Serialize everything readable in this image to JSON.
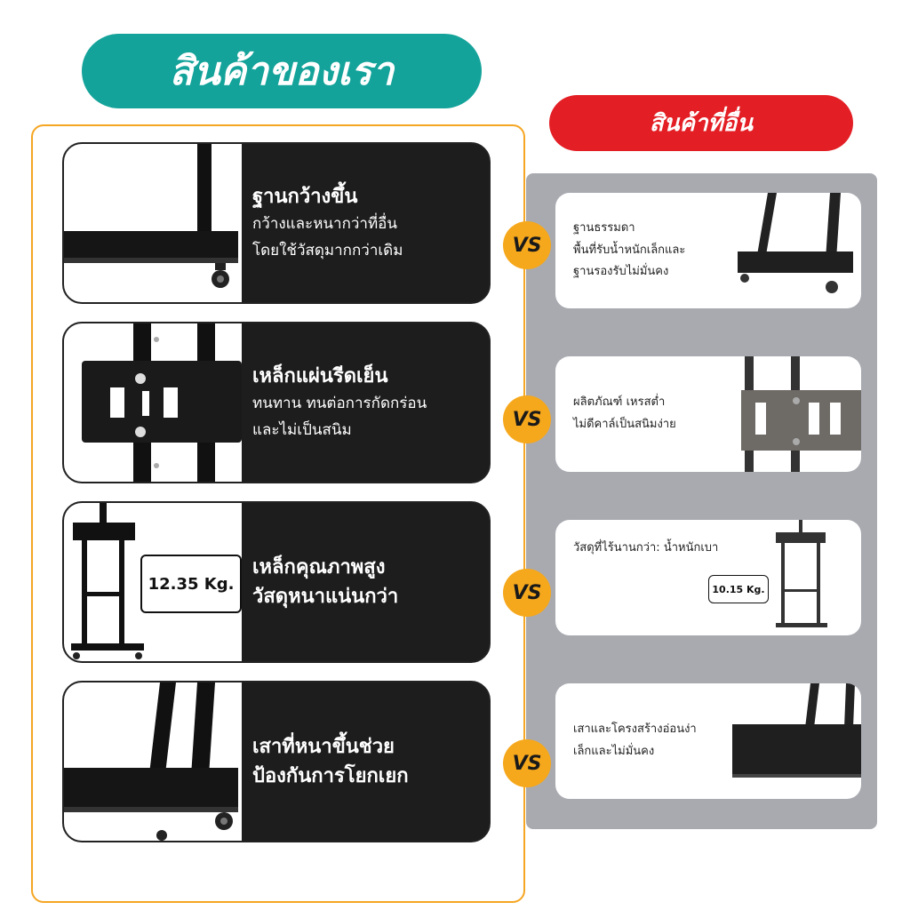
{
  "header": {
    "ours": "สินค้าของเรา",
    "others": "สินค้าที่อื่น"
  },
  "vs_label": "VS",
  "ours": [
    {
      "title": "ฐานกว้างขึ้น",
      "lines": [
        "กว้างและหนากว่าที่อื่น",
        "โดยใช้วัสดุมากกว่าเดิม"
      ]
    },
    {
      "title": "เหล็กแผ่นรีดเย็น",
      "lines": [
        "ทนทาน ทนต่อการกัดกร่อน",
        "และไม่เป็นสนิม"
      ]
    },
    {
      "title": "เหล็กคุณภาพสูง",
      "lines": [
        "วัสดุหนาแน่นกว่า"
      ],
      "weight": "12.35 Kg."
    },
    {
      "title": "",
      "lines": [
        "เสาที่หนาขึ้นช่วย",
        "ป้องกันการโยกเยก"
      ]
    }
  ],
  "others": [
    {
      "lines": [
        "ฐานธรรมดา",
        "พื้นที่รับน้ำหนักเล็กและ",
        "ฐานรองรับไม่มั่นคง"
      ]
    },
    {
      "lines": [
        "ผลิตภัณฑ์ เหรสต่ำ",
        "ไม่ดีคาล์เป็นสนิมง่าย"
      ]
    },
    {
      "lines": [
        "วัสดุที่ไร้นานกว่า: น้ำหนักเบา"
      ],
      "weight": "10.15 Kg."
    },
    {
      "lines": [
        "เสาและโครงสร้างอ่อนง่า",
        "เล็กและไม่มั่นคง"
      ]
    }
  ],
  "colors": {
    "teal": "#14a39a",
    "red": "#e31e24",
    "orange": "#f6a81c",
    "panel_gray": "#a8aab0",
    "card_dark": "#1d1d1d"
  }
}
